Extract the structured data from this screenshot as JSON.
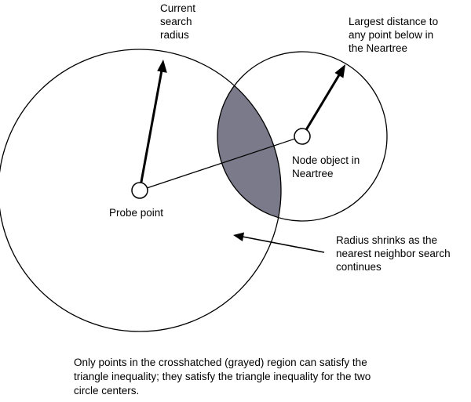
{
  "labels": {
    "current_search_radius": "Current\nsearch\nradius",
    "largest_distance": "Largest distance to\nany point below in\nthe Neartree",
    "node_object": "Node object in\nNeartree",
    "probe_point": "Probe point",
    "radius_shrinks": "Radius shrinks as the\nnearest neighbor search\ncontinues"
  },
  "caption": {
    "line1": "Only points in the crosshatched (grayed) region can satisfy the",
    "line2": "triangle inequality; they satisfy the triangle inequality for the two",
    "line3": "circle centers."
  },
  "colors": {
    "stroke": "#000000",
    "shaded_region": "#7a7a8a",
    "background": "#ffffff"
  }
}
